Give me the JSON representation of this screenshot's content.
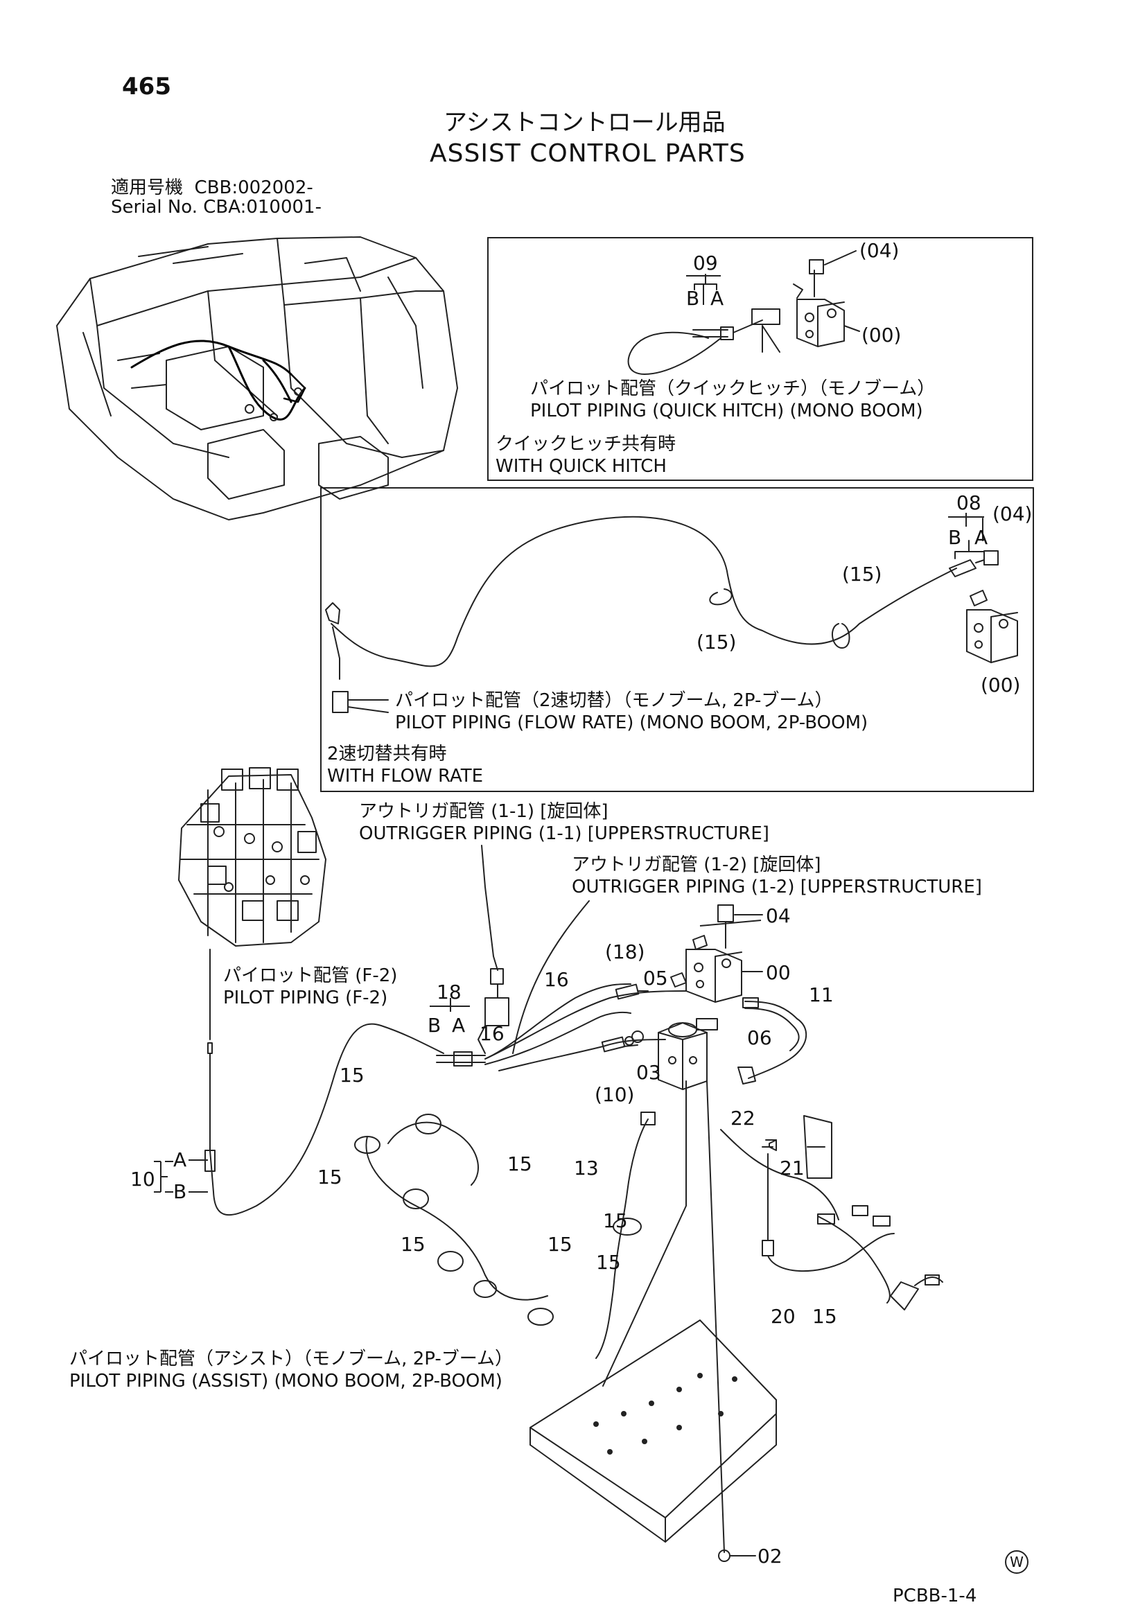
{
  "page_number": "465",
  "title_jp": "アシストコントロール用品",
  "title_en": "ASSIST CONTROL PARTS",
  "serial": {
    "line1_label": "適用号機",
    "line1_value": "CBB:002002-",
    "line2_label": "Serial No.",
    "line2_value": "CBA:010001-"
  },
  "quick_hitch_box": {
    "title_jp": "パイロット配管（クイックヒッチ）（モノブーム）",
    "title_en": "PILOT PIPING (QUICK HITCH) (MONO BOOM)",
    "condition_jp": "クイックヒッチ共有時",
    "condition_en": "WITH QUICK HITCH",
    "callouts": [
      "09",
      "B",
      "A",
      "(04)",
      "(00)"
    ]
  },
  "flow_rate_box": {
    "title_jp": "パイロット配管（2速切替）（モノブーム, 2P-ブーム）",
    "title_en": "PILOT PIPING (FLOW RATE) (MONO BOOM, 2P-BOOM)",
    "condition_jp": "2速切替共有時",
    "condition_en": "WITH FLOW RATE",
    "callouts": [
      "08",
      "B",
      "A",
      "(04)",
      "(15)",
      "(15)",
      "(00)"
    ]
  },
  "main": {
    "outrigger_1_jp": "アウトリガ配管 (1-1) [旋回体]",
    "outrigger_1_en": "OUTRIGGER PIPING (1-1) [UPPERSTRUCTURE]",
    "outrigger_2_jp": "アウトリガ配管 (1-2) [旋回体]",
    "outrigger_2_en": "OUTRIGGER PIPING (1-2) [UPPERSTRUCTURE]",
    "pilot_f2_jp": "パイロット配管 (F-2)",
    "pilot_f2_en": "PILOT PIPING (F-2)",
    "assist_jp": "パイロット配管（アシスト）（モノブーム, 2P-ブーム）",
    "assist_en": "PILOT PIPING (ASSIST) (MONO BOOM, 2P-BOOM)",
    "callouts": {
      "c04": "04",
      "c00": "00",
      "c05": "05",
      "c18p": "(18)",
      "c16a": "16",
      "c18": "18",
      "cB18": "B",
      "cA18": "A",
      "c16b": "16",
      "c11": "11",
      "c06": "06",
      "c03": "03",
      "c10p": "(10)",
      "c15a": "15",
      "c15b": "15",
      "c15c": "15",
      "c22": "22",
      "c21": "21",
      "c13": "13",
      "c10": "10",
      "cA10": "A",
      "cB10": "B",
      "c15d": "15",
      "c15e": "15",
      "c15f": "15",
      "c15g": "15",
      "c20": "20",
      "c15h": "15",
      "c02": "02"
    }
  },
  "footer": {
    "circle_mark": "W",
    "code": "PCBB-1-4"
  }
}
